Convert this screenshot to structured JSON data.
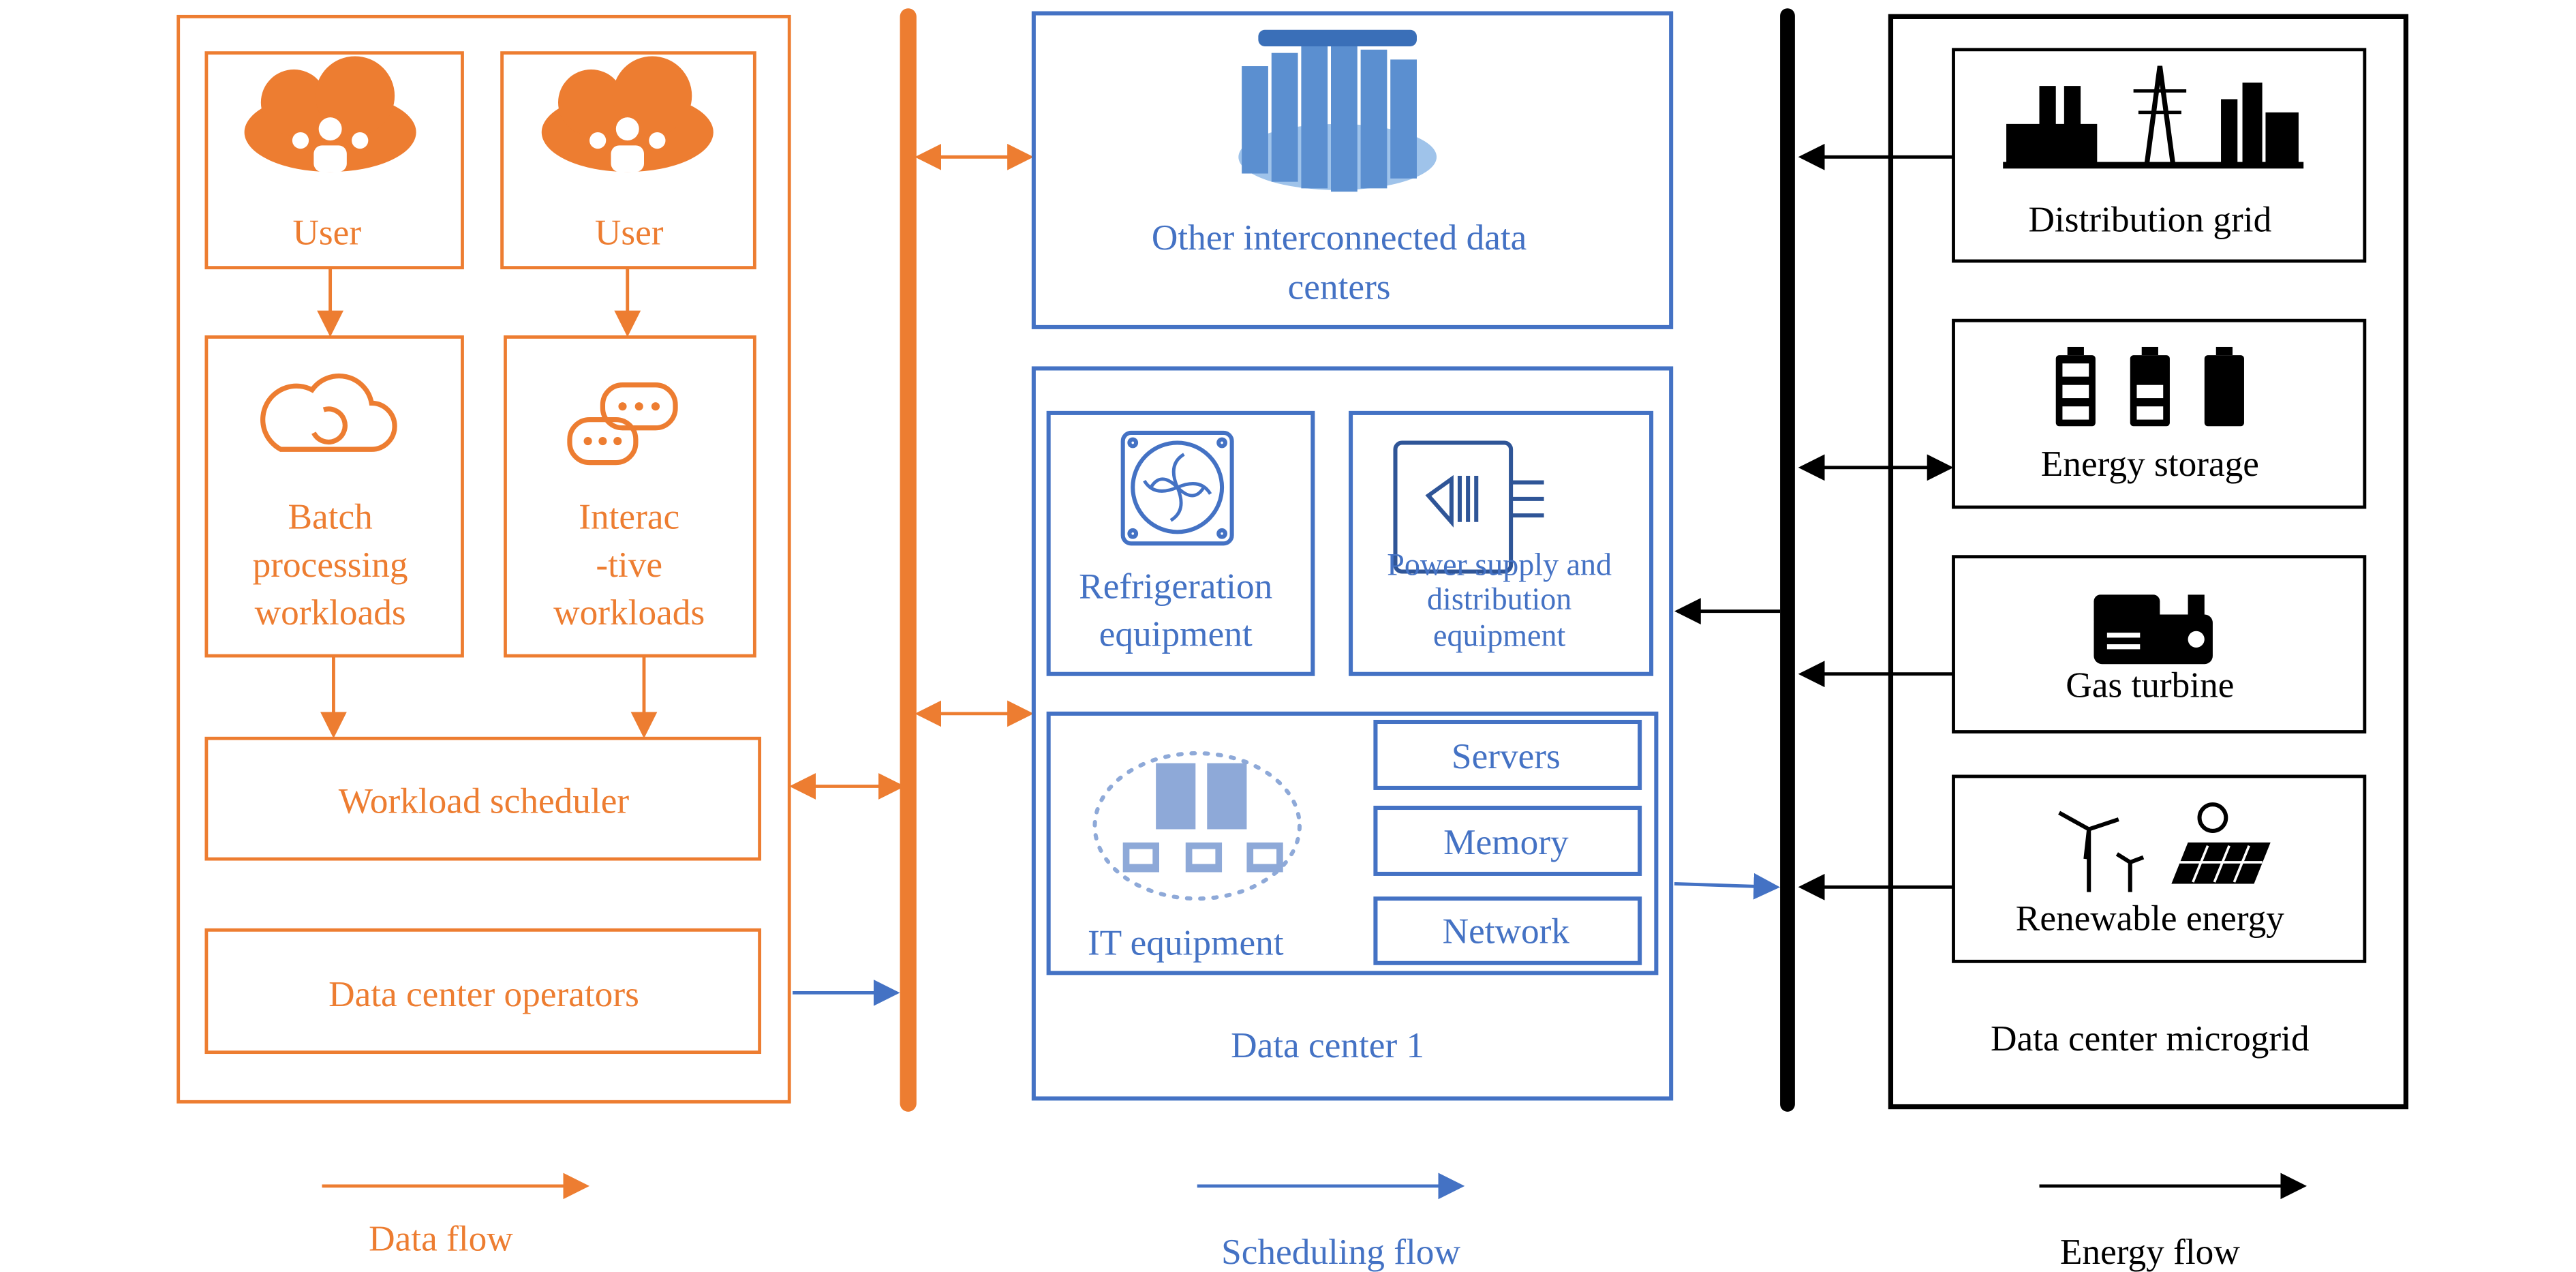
{
  "colors": {
    "data_flow": "#ED7D31",
    "scheduling_flow": "#4472C4",
    "energy_flow": "#000000"
  },
  "left": {
    "users": [
      {
        "label": "User",
        "icon": "cloud-users-icon"
      },
      {
        "label": "User",
        "icon": "cloud-users-icon"
      }
    ],
    "batch": {
      "lines": [
        "Batch",
        "processing",
        "workloads"
      ],
      "icon": "cloud-refresh-icon"
    },
    "interactive": {
      "lines": [
        "Interac",
        "-tive",
        "workloads"
      ],
      "icon": "chat-bubbles-icon"
    },
    "scheduler": "Workload scheduler",
    "operators": "Data center operators"
  },
  "middle": {
    "other_dc": {
      "lines": [
        "Other interconnected data",
        "centers"
      ],
      "icon": "server-ring-icon"
    },
    "dc1": {
      "title": "Data center 1",
      "refrigeration": {
        "lines": [
          "Refrigeration",
          "equipment"
        ],
        "icon": "fan-icon"
      },
      "power": {
        "lines": [
          "Power supply and",
          "distribution",
          "equipment"
        ],
        "icon": "power-distribution-icon"
      },
      "it": {
        "label": "IT equipment",
        "icon": "server-network-icon",
        "components": [
          "Servers",
          "Memory",
          "Network"
        ]
      }
    }
  },
  "right": {
    "title": "Data center microgrid",
    "items": [
      {
        "label": "Distribution grid",
        "icon": "power-grid-icon"
      },
      {
        "label": "Energy storage",
        "icon": "battery-icon"
      },
      {
        "label": "Gas turbine",
        "icon": "generator-icon"
      },
      {
        "label": "Renewable energy",
        "icon": "wind-solar-icon"
      }
    ]
  },
  "legend": [
    {
      "label": "Data flow"
    },
    {
      "label": "Scheduling flow"
    },
    {
      "label": "Energy flow"
    }
  ]
}
